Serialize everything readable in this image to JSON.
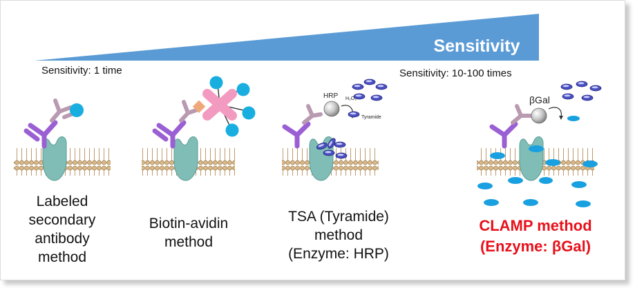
{
  "banner": {
    "label": "Sensitivity",
    "color": "#5b9bd5"
  },
  "sensitivity_low": "Sensitivity: 1 time",
  "sensitivity_high": "Sensitivity: 10-100 times",
  "methods": [
    {
      "lines": [
        "Labeled",
        "secondary",
        "antibody",
        "method"
      ]
    },
    {
      "lines": [
        "Biotin-avidin",
        "method"
      ]
    },
    {
      "lines": [
        "TSA (Tyramide)",
        "method",
        "(Enzyme: HRP)"
      ]
    },
    {
      "lines": [
        "CLAMP method",
        "(Enzyme: βGal)"
      ],
      "color": "#e8101a"
    }
  ],
  "tsa_labels": {
    "enzyme": "HRP",
    "reagent": "H₂O₂",
    "substrate": "Tyramide"
  },
  "clamp_labels": {
    "enzyme": "βGal"
  },
  "icons": [
    "membrane-icon",
    "receptor-icon",
    "primary-antibody-icon",
    "secondary-antibody-icon",
    "label-dot-icon",
    "avidin-complex-icon",
    "enzyme-sphere-icon",
    "substrate-icon"
  ]
}
